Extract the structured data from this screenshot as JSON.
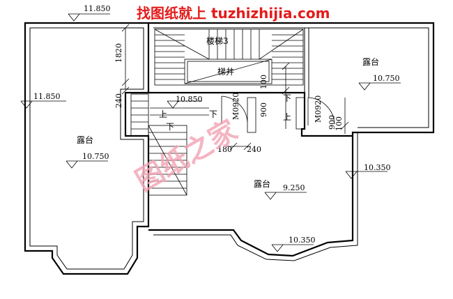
{
  "watermark": {
    "banner": "找图纸就上 tuzhizhijia.com",
    "center": "图纸之家"
  },
  "rooms": {
    "stair": "楼梯3",
    "stairwell": "梯井",
    "terrace_left": "露台",
    "terrace_right": "露台",
    "terrace_center": "露台"
  },
  "elevations": {
    "top_left": "11.850",
    "left": "11.850",
    "terrace_left": "10.750",
    "terrace_right": "10.750",
    "terrace_center": "9.250",
    "right": "10.350",
    "bottom": "10.350",
    "stair_landing": "10.850"
  },
  "dimensions": {
    "d1820": "1820",
    "d240_left": "240",
    "d180": "180",
    "d240_bottom": "240",
    "d900_a": "900",
    "d900_b": "900",
    "d100_a": "100",
    "d100_b": "100"
  },
  "doors": {
    "left": "M0920",
    "right": "M0920"
  },
  "labels": {
    "down_a": "下",
    "down_b": "下",
    "down_c": "下",
    "up_a": "上",
    "up_b": "上"
  }
}
